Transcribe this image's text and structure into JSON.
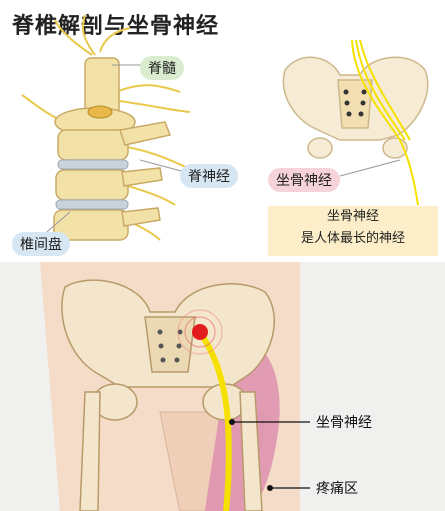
{
  "title": "脊椎解剖与坐骨神经",
  "labels": {
    "spinal_cord": "脊髓",
    "spinal_nerve": "脊神经",
    "disc": "椎间盘",
    "sciatic_top": "坐骨神经",
    "sciatic_bottom": "坐骨神经",
    "pain_area": "疼痛区"
  },
  "caption": {
    "line1": "坐骨神经",
    "line2": "是人体最长的神经"
  },
  "colors": {
    "bone": "#f3e2a8",
    "disc": "#c9d3dc",
    "nerve": "#f2d24a",
    "sciatic": "#f5e000",
    "pain": "#dd8fae",
    "skin": "#f4dcc8",
    "label_green": "#d9ecd0",
    "label_blue": "#d6e6f2",
    "label_pink": "#f6d3d9"
  }
}
